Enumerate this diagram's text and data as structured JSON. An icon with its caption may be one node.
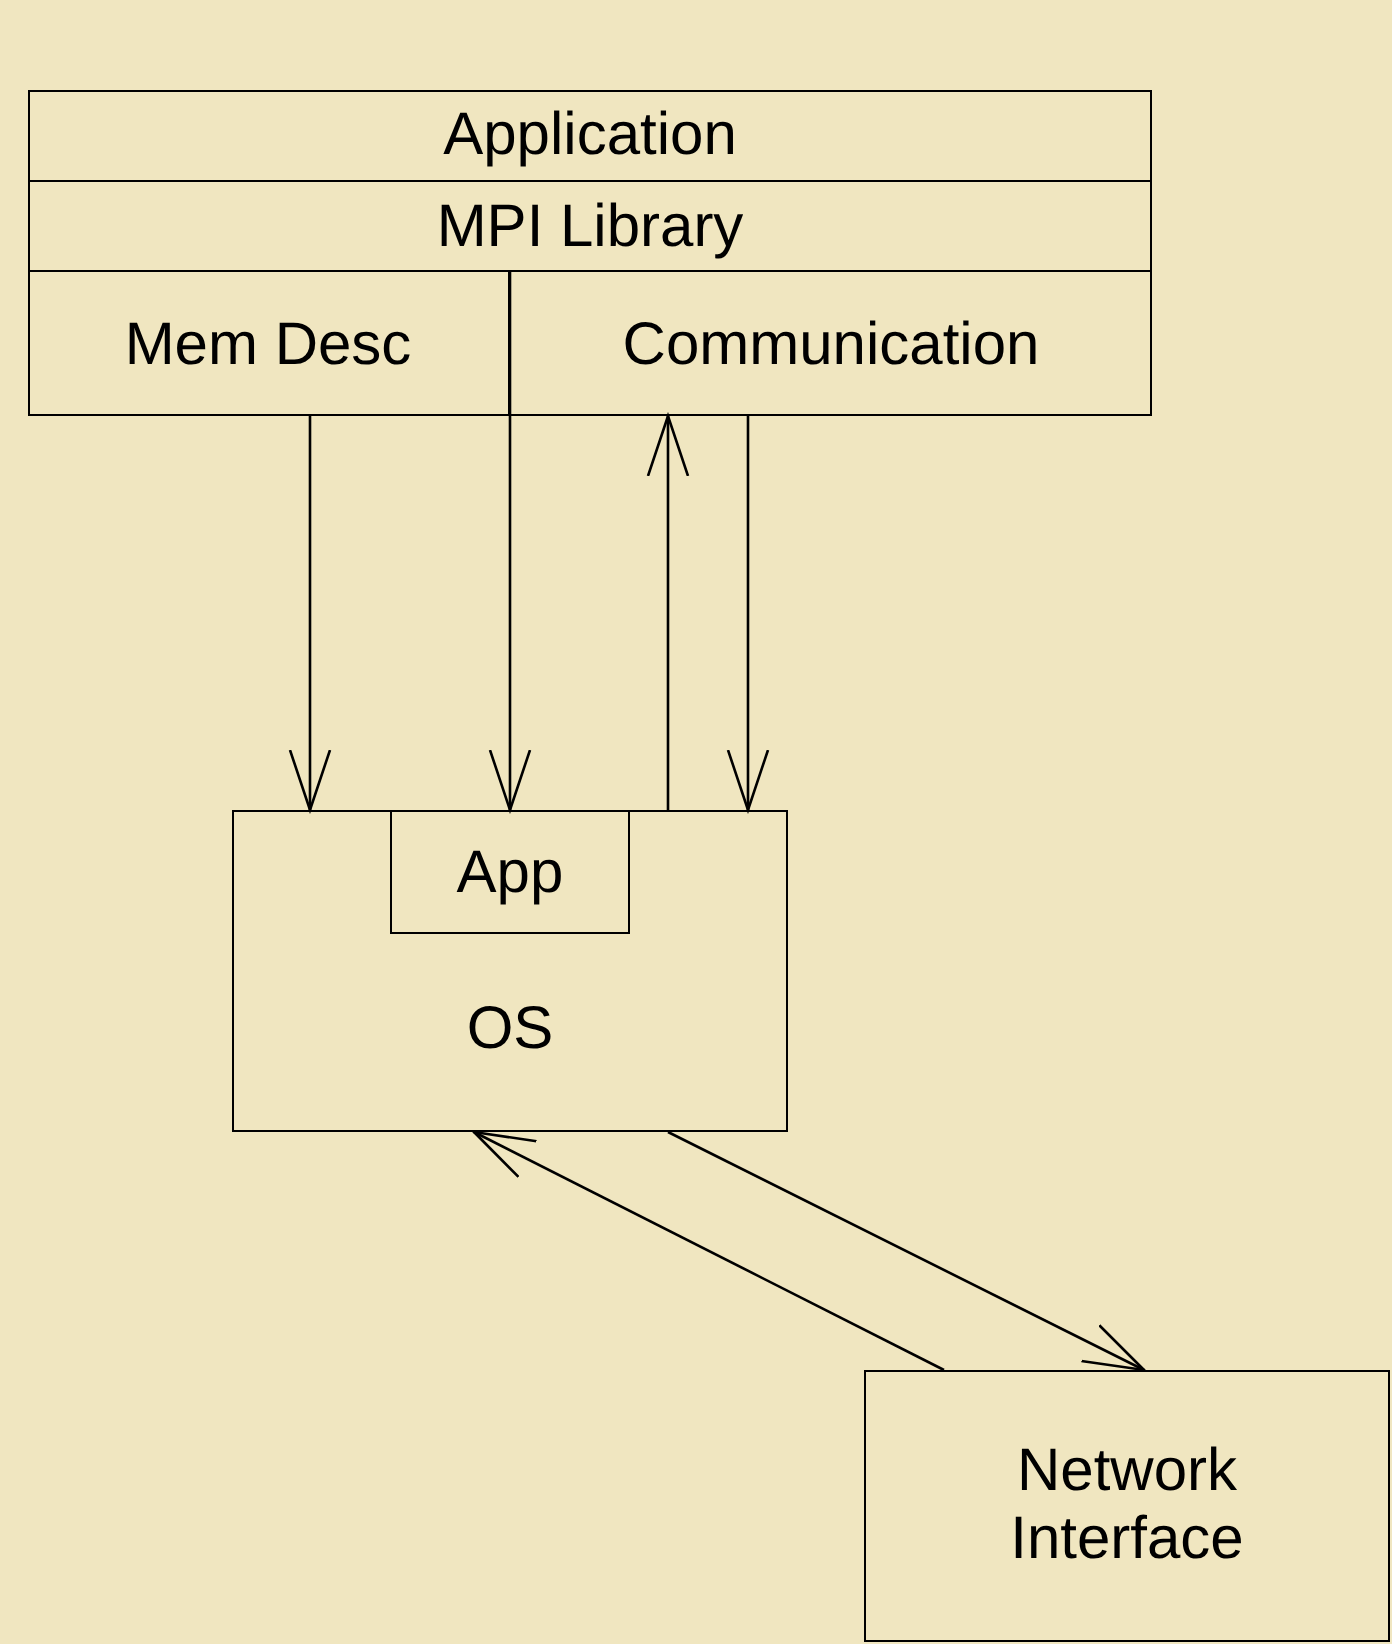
{
  "diagram": {
    "nodes": [
      {
        "text": [],
        "shape": "box"
      },
      {
        "text": [
          "Application"
        ],
        "in": 0
      },
      {
        "text": [
          "MPI Library"
        ],
        "in": 0
      },
      {
        "text": [
          "Mem Desc"
        ],
        "in": 0
      },
      {
        "text": [
          "Communication"
        ],
        "in": 0
      },
      {
        "text": [
          "OS"
        ]
      },
      {
        "text": [
          "App"
        ],
        "in": 5
      },
      {
        "text": [
          "Network Interface"
        ]
      }
    ],
    "edges": [
      {
        "from": 3,
        "to": 5,
        "arrow": "to"
      },
      {
        "from": 2,
        "to": 6,
        "arrow": "to"
      },
      {
        "from": 5,
        "to": 4,
        "arrow": "to"
      },
      {
        "from": 4,
        "to": 5,
        "arrow": "to"
      },
      {
        "from": 7,
        "to": 5,
        "arrow": "to"
      },
      {
        "from": 5,
        "to": 7,
        "arrow": "to"
      }
    ]
  }
}
